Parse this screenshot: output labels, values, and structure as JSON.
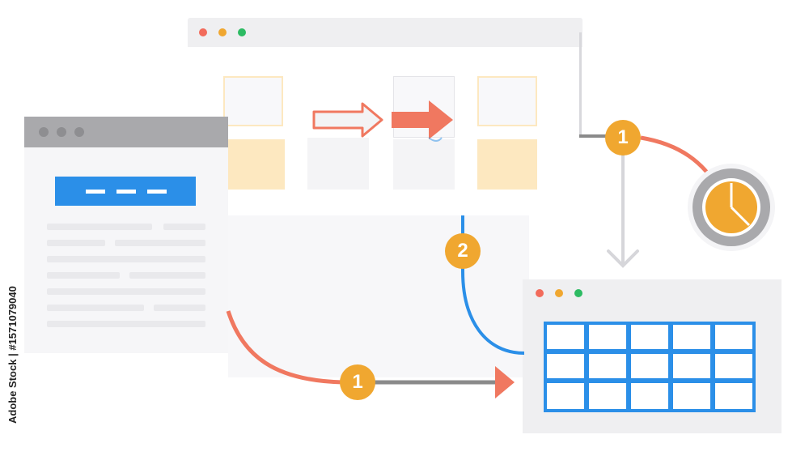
{
  "colors": {
    "window_bg": "#f6f6f8",
    "titlebar_light": "#efeff1",
    "titlebar_dark": "#a9a9ac",
    "dot_red": "#f26b5b",
    "dot_yellow": "#f0a730",
    "dot_green": "#2dbb63",
    "accent_blue": "#2b8fe8",
    "accent_orange": "#f0a730",
    "arrow_red": "#f07860",
    "tile_yellow": "#fde8c0",
    "connector_gray": "#8a8a8a"
  },
  "badges": {
    "step_one_top": "1",
    "step_two": "2",
    "step_one_bottom": "1"
  },
  "watermark": {
    "vertical_text": "Adobe Stock | #157107904​0"
  }
}
